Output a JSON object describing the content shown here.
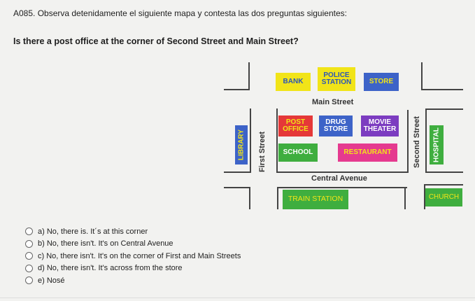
{
  "header": {
    "text": "A085. Observa detenidamente el siguiente mapa y contesta las dos preguntas siguientes:"
  },
  "question": {
    "text": "Is there a post office at the corner of Second Street and Main Street?"
  },
  "map": {
    "streets": {
      "main": "Main Street",
      "central": "Central Avenue",
      "first": "First Street",
      "second": "Second Street"
    },
    "buildings": {
      "bank": "BANK",
      "police": "POLICE STATION",
      "store": "STORE",
      "post_office": "POST OFFICE",
      "drug_store": "DRUG STORE",
      "movie_theater": "MOVIE THEATER",
      "library": "LIBRARY",
      "school": "SCHOOL",
      "restaurant": "RESTAURANT",
      "hospital": "HOSPITAL",
      "train_station": "TRAIN STATION",
      "church": "CHURCH"
    },
    "colors": {
      "bank": "#f1e418",
      "police": "#f1e418",
      "police_text": "#2c56b8",
      "store": "#3d63c8",
      "store_text": "#f1e418",
      "post_office": "#e53838",
      "post_office_text": "#f1e418",
      "drug_store": "#3d63c8",
      "movie_theater": "#7c3cc0",
      "library": "#3d63c8",
      "library_text": "#f1e418",
      "school": "#3fae3f",
      "restaurant": "#e53a8f",
      "restaurant_text": "#f1e418",
      "hospital": "#3fae3f",
      "train_station": "#3fae3f",
      "train_station_text": "#f1e418",
      "church": "#3fae3f",
      "church_text": "#f1e418"
    }
  },
  "options": [
    {
      "label": "a) No, there is. It´s at this corner"
    },
    {
      "label": "b) No, there isn't. It's on Central Avenue"
    },
    {
      "label": "c) No, there isn't. It's on the corner of First and Main Streets"
    },
    {
      "label": "d) No, there isn't. It's across from the store"
    },
    {
      "label": "e) Nosé"
    }
  ]
}
